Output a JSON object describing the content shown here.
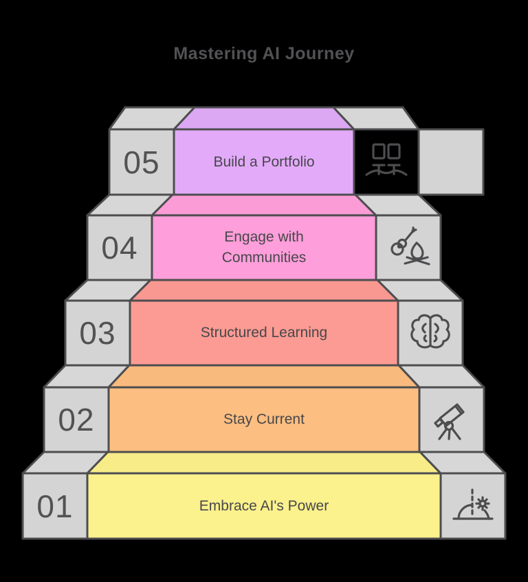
{
  "title": "Mastering AI Journey",
  "colors": {
    "background": "#000000",
    "stroke": "#4d4d4f",
    "cap_front": "#d4d4d4",
    "cap_top": "#d7d7d7",
    "title_text": "#525255",
    "label_text": "#47474a",
    "number_text": "#525254"
  },
  "steps": [
    {
      "number": "05",
      "label": "Build a Portfolio",
      "icon": "gallery-icon",
      "front_color": "#e3aafa",
      "top_color": "#dca8f3"
    },
    {
      "number": "04",
      "label": "Engage with Communities",
      "icon": "campfire-guitar-icon",
      "front_color": "#fe9eda",
      "top_color": "#fb9cd6"
    },
    {
      "number": "03",
      "label": "Structured Learning",
      "icon": "brain-icon",
      "front_color": "#fb9b93",
      "top_color": "#f89890"
    },
    {
      "number": "02",
      "label": "Stay Current",
      "icon": "telescope-icon",
      "front_color": "#fcbe81",
      "top_color": "#f9ba7d"
    },
    {
      "number": "01",
      "label": "Embrace AI's Power",
      "icon": "sunrise-icon",
      "front_color": "#fbf18d",
      "top_color": "#f7ec88"
    }
  ]
}
